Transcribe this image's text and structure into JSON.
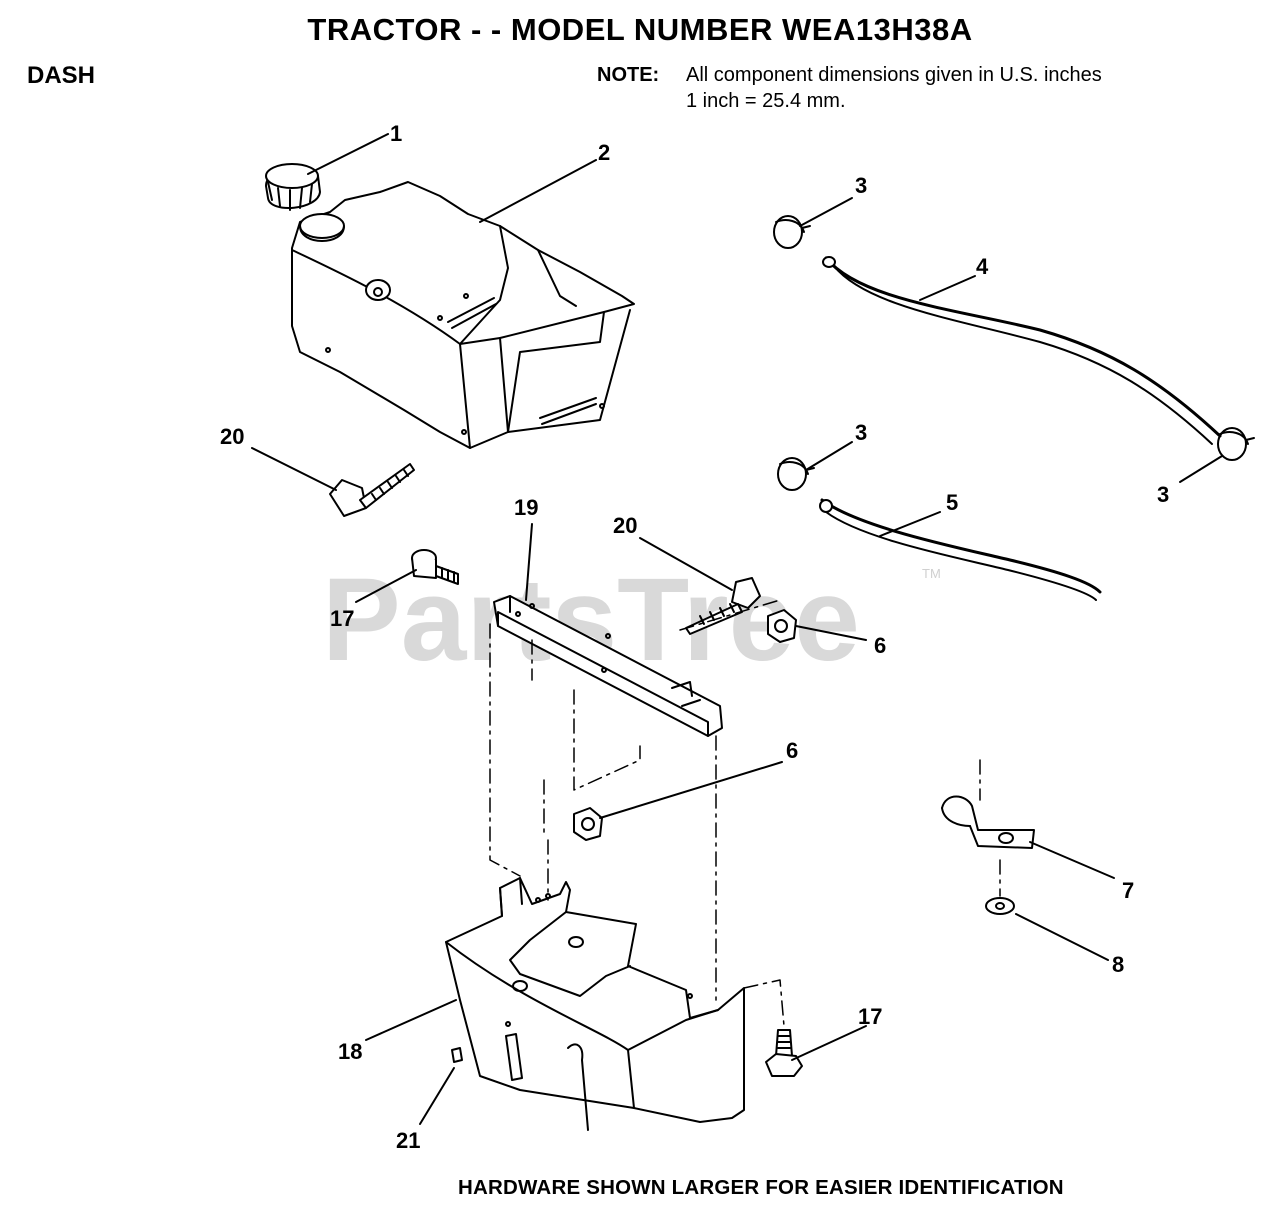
{
  "header": {
    "title": "TRACTOR - - MODEL NUMBER WEA13H38A",
    "section": "DASH",
    "note_label": "NOTE:",
    "note_line1": "All component dimensions given in U.S. inches",
    "note_line2": "1 inch = 25.4 mm."
  },
  "watermark": {
    "text": "PartsTree",
    "tm": "TM"
  },
  "callouts": {
    "c1": "1",
    "c2": "2",
    "c3a": "3",
    "c3b": "3",
    "c3c": "3",
    "c4": "4",
    "c5": "5",
    "c6a": "6",
    "c6b": "6",
    "c7": "7",
    "c8": "8",
    "c17a": "17",
    "c17b": "17",
    "c18": "18",
    "c19": "19",
    "c20a": "20",
    "c20b": "20",
    "c21": "21"
  },
  "footer": {
    "text": "HARDWARE SHOWN LARGER FOR EASIER IDENTIFICATION"
  }
}
